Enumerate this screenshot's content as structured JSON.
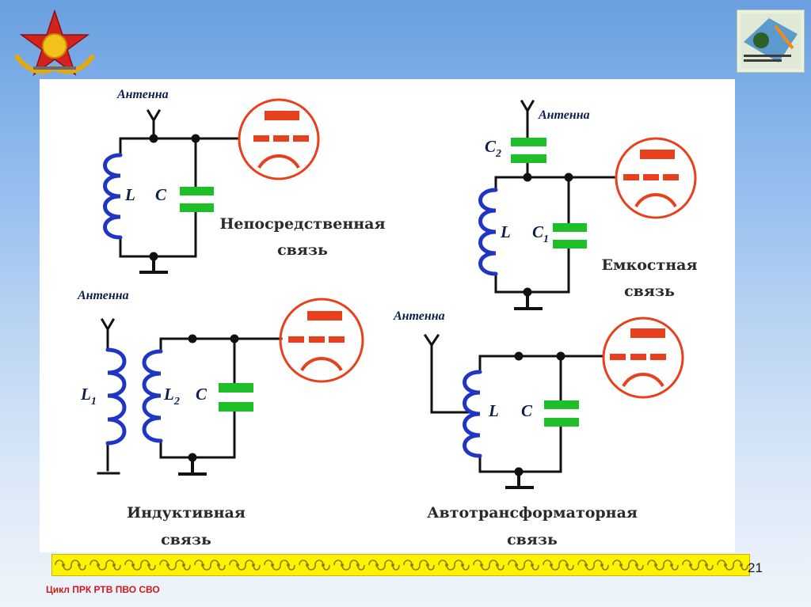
{
  "header": {
    "emblem_icon": "star-emblem-icon",
    "logo_icon": "institution-logo-icon"
  },
  "diagram": {
    "antenna_label": "Антенна",
    "circuits": [
      {
        "id": "direct",
        "caption_lines": [
          "Непосредственная",
          "связь"
        ],
        "inductor_label": "L",
        "capacitor_label": "C"
      },
      {
        "id": "capacitive",
        "caption_lines": [
          "Емкостная",
          "связь"
        ],
        "inductor_label": "L",
        "capacitor1_label": "C",
        "capacitor1_sub": "1",
        "capacitor2_label": "C",
        "capacitor2_sub": "2"
      },
      {
        "id": "inductive",
        "caption_lines": [
          "Индуктивная",
          "связь"
        ],
        "inductor1_label": "L",
        "inductor1_sub": "1",
        "inductor2_label": "L",
        "inductor2_sub": "2",
        "capacitor_label": "C"
      },
      {
        "id": "autotransformer",
        "caption_lines": [
          "Автотрансформаторная",
          "связь"
        ],
        "inductor_label": "L",
        "capacitor_label": "C"
      }
    ],
    "colors": {
      "wire": "#111111",
      "coil": "#1f35c4",
      "capacitor": "#1fbf2a",
      "tube": "#e8401d"
    }
  },
  "footer": {
    "page_number": "21",
    "text": "Цикл ПРК РТВ ПВО СВО"
  }
}
